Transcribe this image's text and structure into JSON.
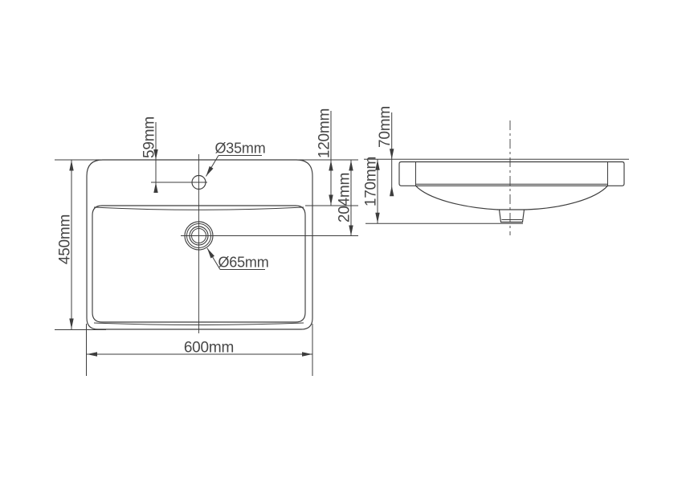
{
  "drawing": {
    "background": "#ffffff",
    "line_color": "#3d3d3d",
    "text_color": "#474747",
    "top_view": {
      "dimensions": {
        "overall_width": "600mm",
        "overall_depth": "450mm",
        "tap_hole_offset_from_rim": "59mm",
        "tap_hole_diameter": "Ø35mm",
        "rim_to_bowl_front": "120mm",
        "rim_to_drain_center": "204mm",
        "drain_diameter": "Ø65mm"
      }
    },
    "side_view": {
      "dimensions": {
        "rim_apron_height": "70mm",
        "overall_height": "170mm"
      }
    }
  }
}
